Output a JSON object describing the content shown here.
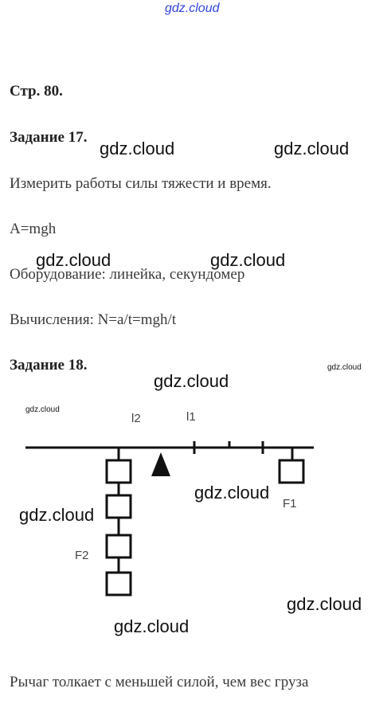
{
  "watermark_top": "gdz.cloud",
  "watermarks": {
    "w1": "gdz.cloud",
    "w2": "gdz.cloud",
    "w3": "gdz.cloud",
    "w4": "gdz.cloud",
    "w5": "gdz.cloud",
    "w6": "gdz.cloud",
    "w7": "gdz.cloud",
    "w8": "gdz.cloud",
    "w9": "gdz.cloud",
    "w10": "gdz.cloud",
    "w11": "gdz.cloud"
  },
  "page_label": "Стр. 80.",
  "task17": {
    "title": "Задание 17.",
    "line1": "Измерить работы силы тяжести и время.",
    "formula": "A=mgh",
    "equipment": "Оборудование: линейка, секундомер",
    "calc": "Вычисления: N=a/t=mgh/t"
  },
  "task18": {
    "title": "Задание 18.",
    "diagram": {
      "label_l2": "l2",
      "label_l1": "l1",
      "label_f1": "F1",
      "label_f2": "F2",
      "left_weights_count": 4,
      "right_weights_count": 1
    },
    "conclusion": "Рычаг толкает с меньшей силой, чем вес груза"
  }
}
